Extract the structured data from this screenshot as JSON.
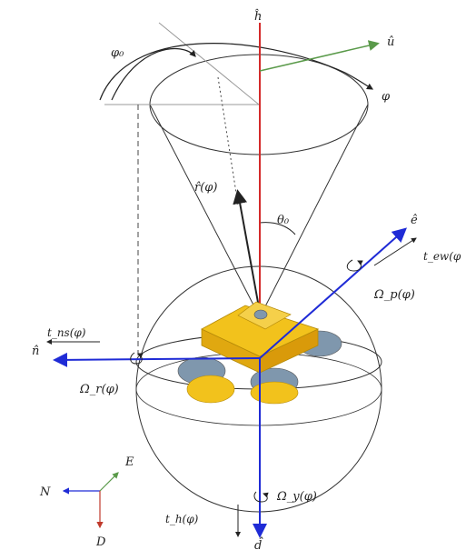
{
  "diagram": {
    "labels": {
      "axis_up": "ĥ",
      "axis_u": "û",
      "phi0": "φ₀",
      "phi": "φ",
      "r_hat": "r̂(φ)",
      "theta0": "θ₀",
      "axis_east": "ê",
      "t_ew": "t_ew(φ",
      "omega_p": "Ω_p(φ)",
      "t_ns": "t_ns(φ)",
      "axis_north": "n̂",
      "omega_r": "Ω_r(φ)",
      "omega_y": "Ω_y(φ)",
      "t_h": "t_h(φ)",
      "axis_down": "d̂",
      "compass_n": "N",
      "compass_e": "E",
      "compass_d": "D"
    },
    "colors": {
      "red_axis": "#d42a2a",
      "blue_axis": "#1f2bd6",
      "green_axis": "#5a9a4a",
      "body_yellow": "#f2c21c",
      "body_edge": "#b58a08",
      "prop_blue": "#7f97ad",
      "compass_red": "#c0392b",
      "compass_green": "#5a9a4a",
      "compass_blue": "#1f2bd6"
    }
  }
}
